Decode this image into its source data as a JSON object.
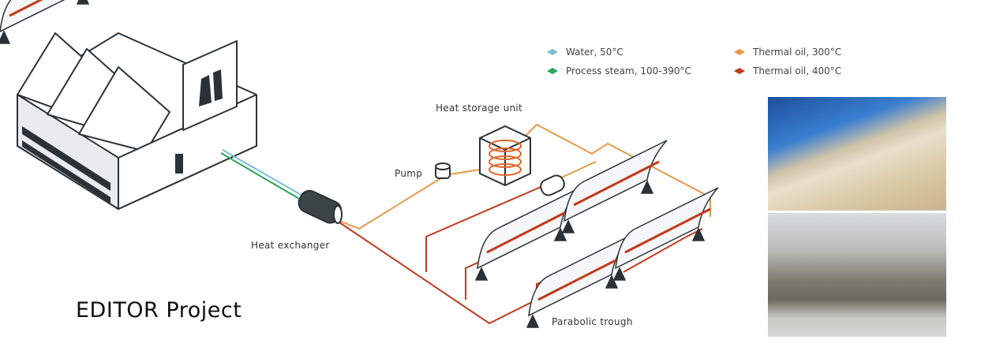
{
  "title": "EDITOR Project",
  "legend": [
    {
      "label": "Water, 50°C",
      "color": "#7bbcd8"
    },
    {
      "label": "Process steam, 100-390°C",
      "color": "#2aa55a"
    },
    {
      "label": "Thermal oil, 300°C",
      "color": "#e59a4a"
    },
    {
      "label": "Thermal oil, 400°C",
      "color": "#c23a1c"
    }
  ],
  "labels": {
    "heat_storage": "Heat storage unit",
    "pump": "Pump",
    "heat_exchanger": "Heat exchanger",
    "parabolic_trough": "Parabolic trough"
  },
  "photos": [
    {
      "name": "trough-installation-photo"
    },
    {
      "name": "concrete-storage-modules-photo"
    }
  ]
}
